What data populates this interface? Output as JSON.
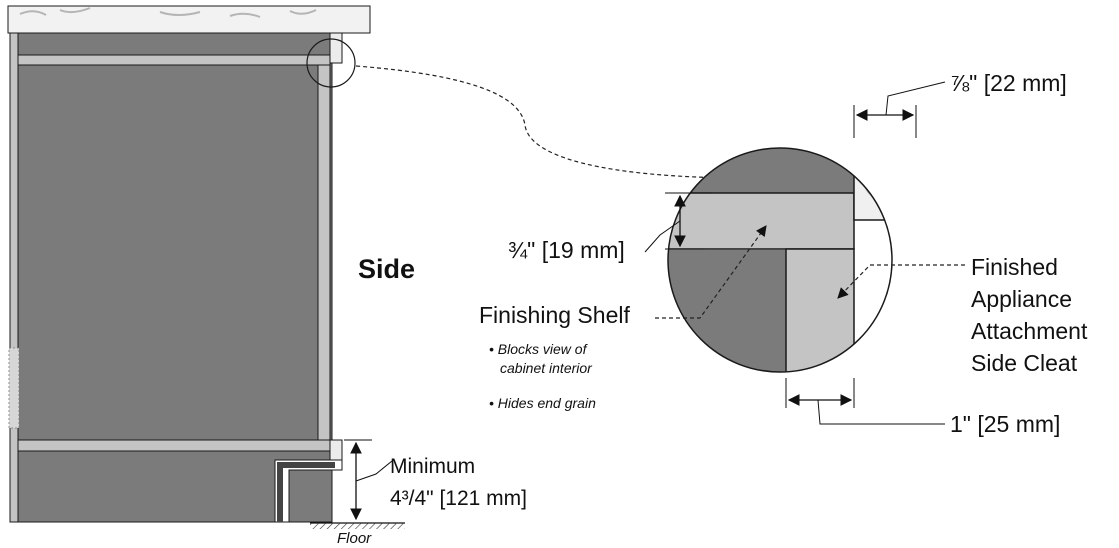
{
  "view": {
    "title": "Side"
  },
  "labels": {
    "top_cleat_dim": "⅞\" [22 mm]",
    "shelf_thickness_dim": "¾\" [19 mm]",
    "side_cleat_dim": "1\" [25 mm]",
    "finishing_shelf": "Finishing Shelf",
    "bullet_1a": "• Blocks view of",
    "bullet_1b": "cabinet interior",
    "bullet_2": "• Hides end grain",
    "cleat_line_1": "Finished",
    "cleat_line_2": "Appliance",
    "cleat_line_3": "Attachment",
    "cleat_line_4": "Side Cleat",
    "minimum": "Minimum",
    "minimum_dim": "4³/4\" [121 mm]",
    "floor": "Floor"
  },
  "colors": {
    "cabinet_dark": "#7b7b7b",
    "panel_light": "#c4c4c4",
    "outline": "#1a1a1a",
    "countertop": "#f2f2f2"
  }
}
